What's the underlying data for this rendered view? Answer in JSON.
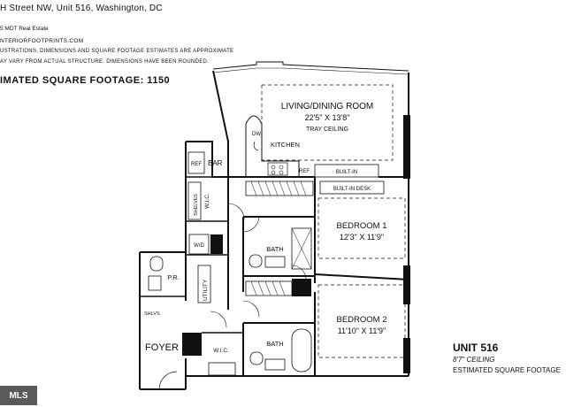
{
  "header": {
    "title": "H Street NW, Unit 516, Washington, DC",
    "company": "5 MDT Real Estate",
    "website": "NTERIORFOOTPRINTS.COM",
    "disclaimer_line1": "USTRATIONS, DIMENSIONS AND SQUARE FOOTAGE ESTIMATES ARE APPROXIMATE",
    "disclaimer_line2": "AY VARY FROM ACTUAL STRUCTURE. DIMENSIONS HAVE BEEN ROUNDED.",
    "sqft_label": "IMATED SQUARE FOOTAGE: 1150"
  },
  "rooms": {
    "living": {
      "name": "LIVING/DINING ROOM",
      "dims": "22'5\" X 13'8\"",
      "note": "TRAY CEILING"
    },
    "kitchen": {
      "name": "KITCHEN",
      "dw": "DW",
      "ref": "REF"
    },
    "builtin": "BUILT-IN",
    "builtin_desk": "BUILT-IN DESK",
    "bar": {
      "ref": "REF",
      "name": "BAR"
    },
    "shelves": "SHELVES",
    "wic": "W.I.C.",
    "wd": "W/D",
    "bedroom1": {
      "name": "BEDROOM 1",
      "dims": "12'3\" X 11'9\""
    },
    "bath1": "BATH",
    "pr": "P.R.",
    "utility": "UTILITY",
    "shlvs": "SHLVS",
    "bedroom2": {
      "name": "BEDROOM 2",
      "dims": "11'10\" X 11'9\""
    },
    "foyer": "FOYER",
    "wic2": "W.I.C.",
    "bath2": "BATH"
  },
  "unit_info": {
    "name": "UNIT 516",
    "ceiling": "8'7\" CEILING",
    "sqft": "ESTIMATED SQUARE FOOTAGE"
  },
  "badge": {
    "label": "MLS"
  }
}
